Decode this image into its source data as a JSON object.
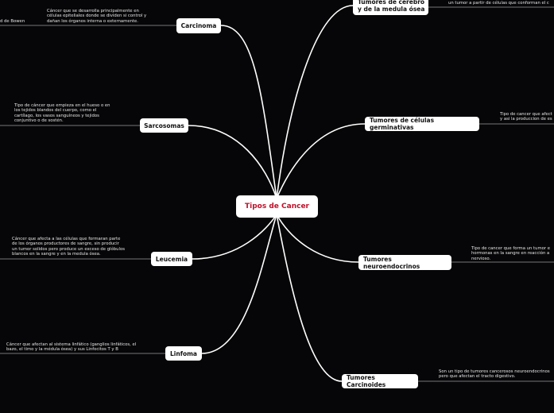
{
  "center": {
    "label": "Tipos de Cancer",
    "color": "#c0112a"
  },
  "branches": [
    {
      "label": "Carcinoma",
      "description": "Cáncer que se desarrolla principalmente en\ncélulas epiteliales donde se dividen si control y\ndañan los órganos interna o externamente.",
      "sub_label": "d de Bowen"
    },
    {
      "label": "Sarcosomas",
      "description": "Tipo de cáncer que empieza en el hueso o en\nlos tejidos blandos del cuerpo, como el\ncartílago, los vasos sanguíneos y tejidos\nconjuntivo o de sostén."
    },
    {
      "label": "Leucemia",
      "description": "Cáncer que afecta a las células que formaran parte\nde los órganos productores de sangre, sin producir\nun tumor solidos pero produce un exceso de glóbulos\nblancos en la sangre y en la medula ósea."
    },
    {
      "label": "Linfoma",
      "description": "Cáncer que afectan al sistema linfático (ganglios linfáticos, el\nbazo, el timo y la médula ósea) y sus Linfocitos T y B"
    },
    {
      "label": "Tumores de cerebro\ny de la medula ósea",
      "description": "un tumor a partir de células que conforman el c"
    },
    {
      "label": "Tumores de células germinativas",
      "description": "Tipo de cancer que afect\ny asi la produccion de es"
    },
    {
      "label": "Tumores neuroendocrinos",
      "description": "Tipo de cancer que forma un tumor e\nhormonas en la sangre en reacción a\nnervioso."
    },
    {
      "label": "Tumores Carcinoides",
      "description": "Son un tipo de tumores cancerosos neuroendocrinos\npero que afectan el tracto digestivo."
    }
  ]
}
